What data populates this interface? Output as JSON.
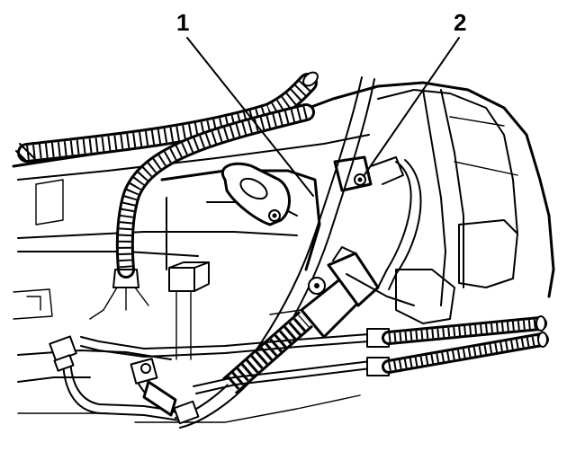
{
  "diagram": {
    "colors": {
      "ink": "#000000",
      "paper": "#ffffff"
    },
    "callouts": [
      {
        "id": "1",
        "label": "1"
      },
      {
        "id": "2",
        "label": "2"
      }
    ]
  }
}
